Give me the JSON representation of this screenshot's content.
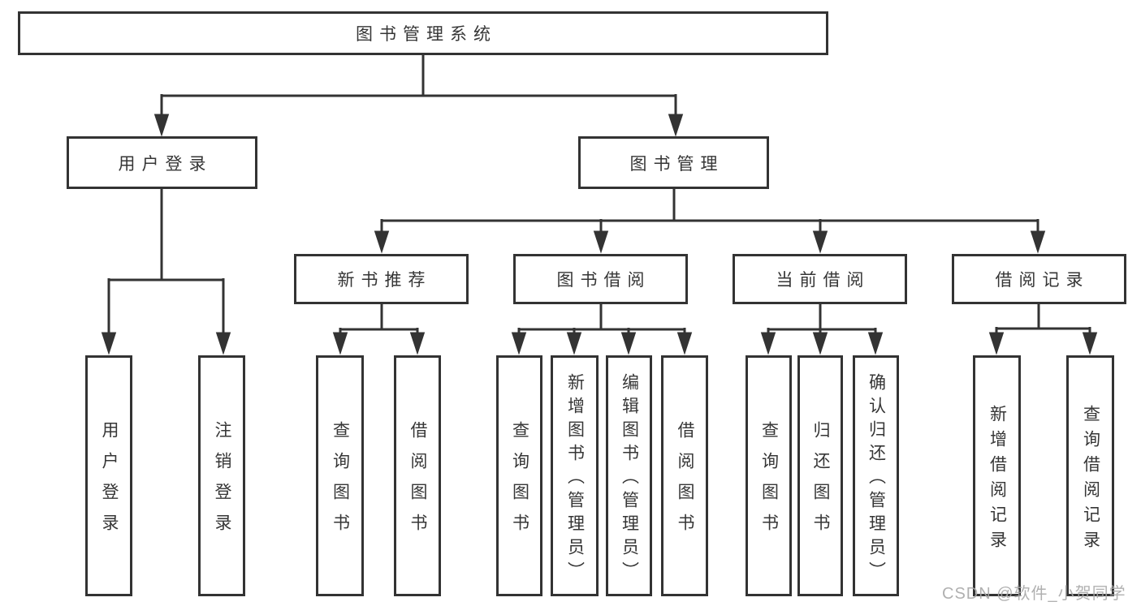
{
  "diagram": {
    "title": "图书管理系统",
    "watermark": "CSDN @软件_小贺同学",
    "colors": {
      "line": "#333333",
      "text": "#363636",
      "background": "#ffffff",
      "watermark": "#a8a8a8"
    },
    "tree": {
      "id": "root",
      "label": "图书管理系统",
      "children": [
        {
          "id": "user-login",
          "label": "用户登录",
          "children": [
            {
              "id": "user-login-leaf",
              "label": "用户登录"
            },
            {
              "id": "logout",
              "label": "注销登录"
            }
          ]
        },
        {
          "id": "book-management",
          "label": "图书管理",
          "children": [
            {
              "id": "new-book-recommend",
              "label": "新书推荐",
              "children": [
                {
                  "id": "nb-query-book",
                  "label": "查询图书"
                },
                {
                  "id": "nb-borrow-book",
                  "label": "借阅图书"
                }
              ]
            },
            {
              "id": "book-borrow",
              "label": "图书借阅",
              "children": [
                {
                  "id": "bb-query-book",
                  "label": "查询图书"
                },
                {
                  "id": "bb-add-book",
                  "label": "新增图书（管理员）"
                },
                {
                  "id": "bb-edit-book",
                  "label": "编辑图书（管理员）"
                },
                {
                  "id": "bb-borrow-book",
                  "label": "借阅图书"
                }
              ]
            },
            {
              "id": "current-borrow",
              "label": "当前借阅",
              "children": [
                {
                  "id": "cb-query-book",
                  "label": "查询图书"
                },
                {
                  "id": "cb-return-book",
                  "label": "归还图书"
                },
                {
                  "id": "cb-confirm-return",
                  "label": "确认归还（管理员）"
                }
              ]
            },
            {
              "id": "borrow-records",
              "label": "借阅记录",
              "children": [
                {
                  "id": "br-add-record",
                  "label": "新增借阅记录"
                },
                {
                  "id": "br-query-record",
                  "label": "查询借阅记录"
                }
              ]
            }
          ]
        }
      ]
    }
  }
}
